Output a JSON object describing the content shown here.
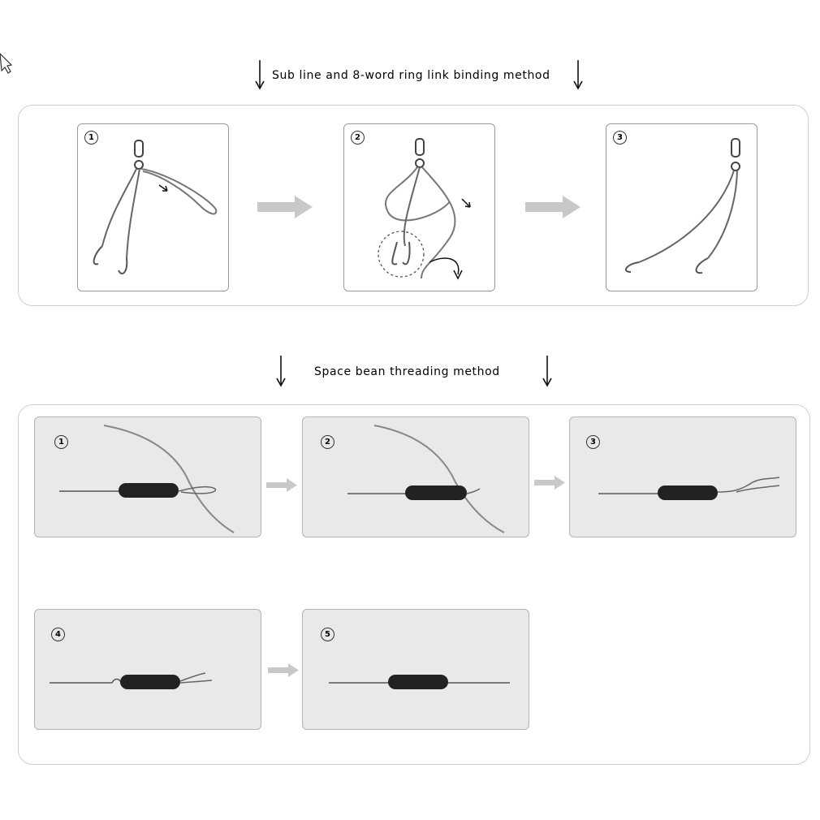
{
  "colors": {
    "section_border": "#cfcfcf",
    "panel_gray": "#e9e9e9",
    "arrow_gray": "#c8c8c8",
    "sinker": "#222222",
    "line": "#555555"
  },
  "section1": {
    "title": "Sub line and 8-word ring link binding method",
    "steps": [
      {
        "number": "1"
      },
      {
        "number": "2"
      },
      {
        "number": "3"
      }
    ]
  },
  "section2": {
    "title": "Space bean threading method",
    "steps": [
      {
        "number": "1"
      },
      {
        "number": "2"
      },
      {
        "number": "3"
      },
      {
        "number": "4"
      },
      {
        "number": "5"
      }
    ]
  },
  "icons": {
    "cursor": "cursor-icon",
    "down_arrow": "down-arrow-icon",
    "next_arrow": "right-arrow-icon"
  }
}
